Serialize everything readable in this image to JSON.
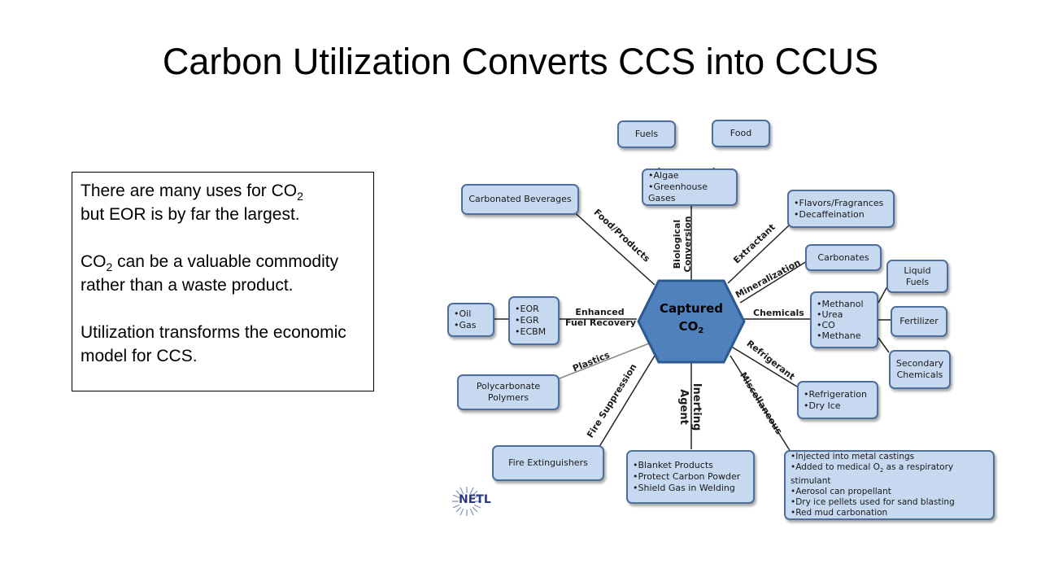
{
  "slide": {
    "title": "Carbon Utilization Converts CCS into CCUS"
  },
  "textbox": {
    "p1_pre": "There are many uses for CO",
    "p1_sub": "2",
    "p1_post": "but EOR is by far the largest.",
    "p2_pre": "CO",
    "p2_sub": "2",
    "p2_post": " can be a valuable commodity rather than a waste product.",
    "p3": "Utilization transforms the economic model for CCS."
  },
  "diagram": {
    "center_line1": "Captured",
    "center_line2": "CO",
    "center_sub": "2",
    "boxes": {
      "fuels": "Fuels",
      "food": "Food",
      "algae": "Algae",
      "greenhouse": "Greenhouse Gases",
      "carbonated": "Carbonated Beverages",
      "flavors": "Flavors/Fragrances",
      "decaf": "Decaffeination",
      "carbonates": "Carbonates",
      "liquid_fuels": "Liquid Fuels",
      "methanol": "Methanol",
      "urea": "Urea",
      "co": "CO",
      "methane": "Methane",
      "fertilizer": "Fertilizer",
      "secondary": "Secondary Chemicals",
      "oil": "Oil",
      "gas": "Gas",
      "eor": "EOR",
      "egr": "EGR",
      "ecbm": "ECBM",
      "polycarbonate": "Polycarbonate Polymers",
      "refrigeration": "Refrigeration",
      "dry_ice": "Dry Ice",
      "extinguishers": "Fire Extinguishers",
      "blanket": "Blanket Products",
      "protect": "Protect Carbon Powder",
      "shield": "Shield  Gas in Welding",
      "misc1": "Injected into metal castings",
      "misc2_pre": "Added to medical O",
      "misc2_sub": "2",
      "misc2_post": " as a respiratory stimulant",
      "misc3": "Aerosol can propellant",
      "misc4": "Dry ice pellets used for sand blasting",
      "misc5": "Red mud carbonation"
    },
    "labels": {
      "food_products": "Food/Products",
      "biological": "Biological",
      "conversion": "Conversion",
      "extractant": "Extractant",
      "mineralization": "Mineralization",
      "chemicals": "Chemicals",
      "enhanced": "Enhanced",
      "fuel_recovery": "Fuel Recovery",
      "plastics": "Plastics",
      "refrigerant": "Refrigerant",
      "fire_suppression": "Fire Suppression",
      "inerting": "Inerting",
      "agent": "Agent",
      "miscellaneous": "Miscellaneous"
    },
    "logo": "NETL",
    "colors": {
      "hex_fill": "#4f81bd",
      "box_fill": "#c6d9f1",
      "box_border": "#4d6f9c"
    }
  }
}
